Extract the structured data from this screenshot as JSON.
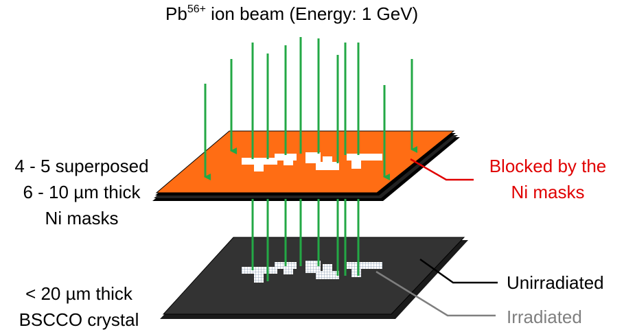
{
  "title": {
    "prefix": "Pb",
    "superscript": "56+",
    "suffix": " ion beam (Energy: 1 GeV)"
  },
  "labels": {
    "masks_line1": "4 - 5 superposed",
    "masks_line2": "6 - 10 µm thick",
    "masks_line3": "Ni masks",
    "crystal_line1": "< 20 µm thick",
    "crystal_line2": "BSCCO crystal",
    "blocked_line1": "Blocked by the",
    "blocked_line2": "Ni masks",
    "unirradiated": "Unirradiated",
    "irradiated": "Irradiated"
  },
  "colors": {
    "beam": "#23a845",
    "mask": "#ff6d14",
    "crystal": "#303030",
    "blocked": "#e00000",
    "irradiated": "#7f7f7f"
  }
}
